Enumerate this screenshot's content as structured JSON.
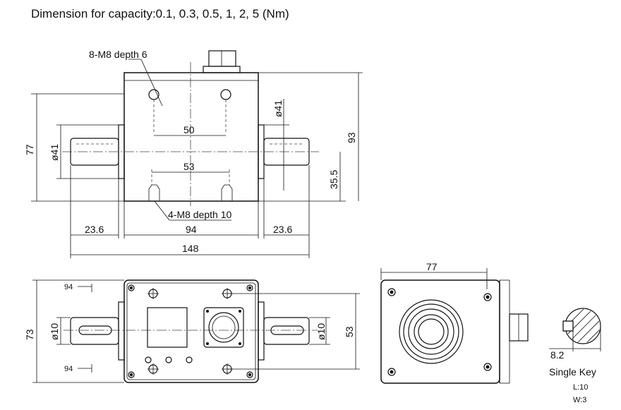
{
  "title": "Dimension for capacity:0.1, 0.3, 0.5, 1, 2, 5 (Nm)",
  "front_view": {
    "hole_top_label": "8-M8 depth 6",
    "hole_bottom_label": "4-M8 depth 10",
    "dim_50": "50",
    "dim_53": "53",
    "dim_77": "77",
    "dim_93": "93",
    "dim_41_left": "ø41",
    "dim_41_right": "ø41",
    "dim_35_5": "35.5",
    "dim_23_6_left": "23.6",
    "dim_94": "94",
    "dim_23_6_right": "23.6",
    "dim_148": "148"
  },
  "top_view": {
    "section_top": "94",
    "section_bottom": "94",
    "dim_73": "73",
    "dim_10_left": "ø10",
    "dim_10_right": "ø10",
    "dim_53": "53"
  },
  "side_view": {
    "dim_77": "77"
  },
  "key_detail": {
    "dim_8_2": "8.2",
    "label": "Single Key",
    "length": "L:10",
    "width": "W:3"
  }
}
